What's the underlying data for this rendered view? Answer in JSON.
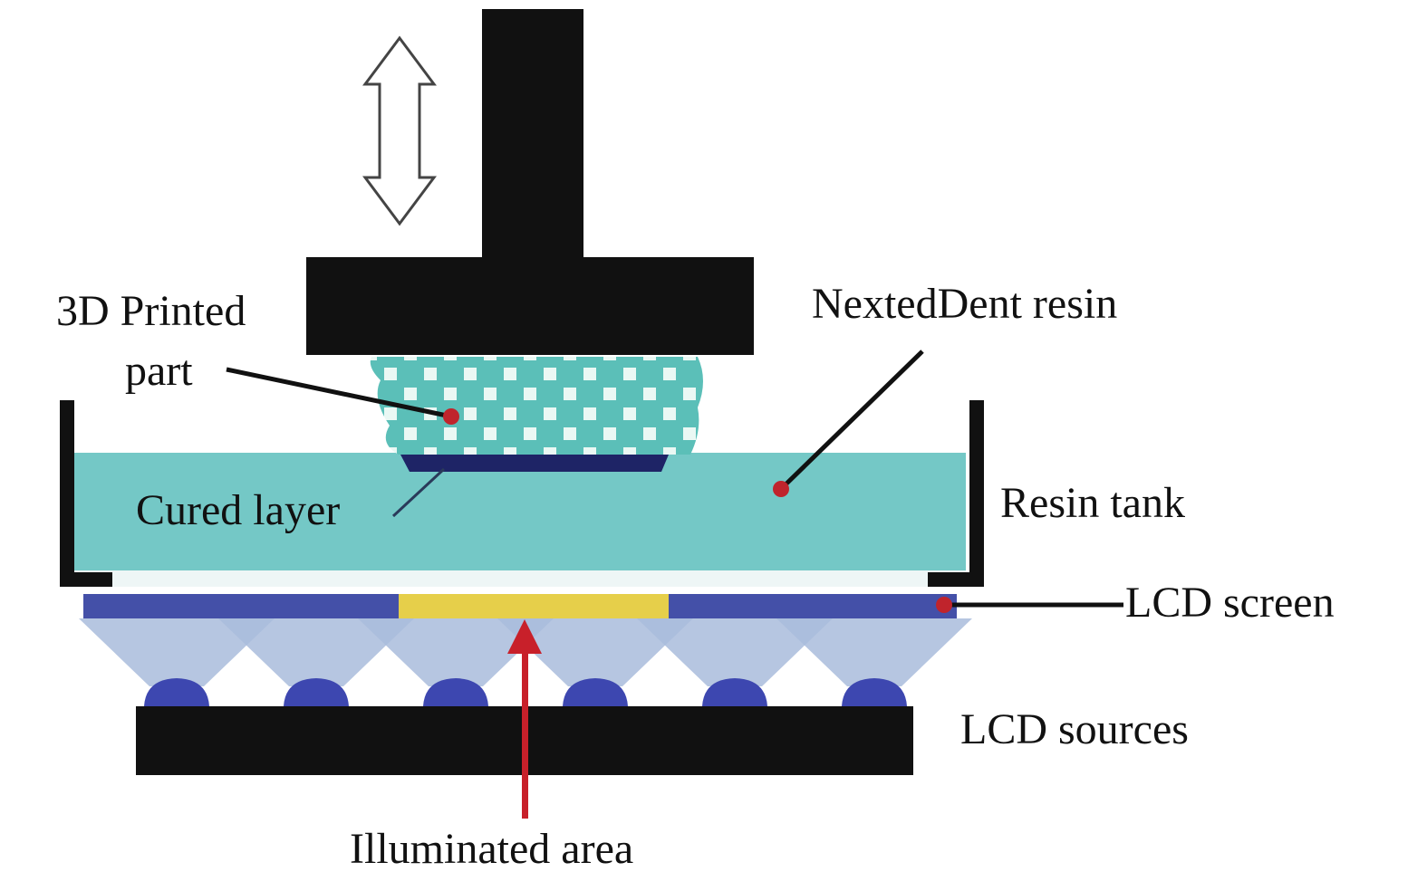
{
  "title": "LCD-based resin 3D printing (MSLA) schematic",
  "labels": {
    "printed_part_line1": "3D Printed",
    "printed_part_line2": "part",
    "resin": "NextedDent resin",
    "cured_layer": "Cured layer",
    "resin_tank": "Resin tank",
    "lcd_screen": "LCD screen",
    "lcd_sources": "LCD sources",
    "illuminated_area": "Illuminated area"
  },
  "components": [
    {
      "id": "build-platform",
      "name": "Build platform",
      "color": "#111111"
    },
    {
      "id": "motion-arrow",
      "name": "Vertical motion (up/down)",
      "color": "#ffffff"
    },
    {
      "id": "printed-part",
      "name": "3D printed part",
      "color": "#5bbfb8"
    },
    {
      "id": "cured-layer",
      "name": "Cured layer",
      "color": "#1e2466"
    },
    {
      "id": "resin",
      "name": "Resin",
      "color": "#74c8c6"
    },
    {
      "id": "resin-tank",
      "name": "Resin tank walls",
      "color": "#111111"
    },
    {
      "id": "lcd-screen",
      "name": "LCD screen",
      "color": "#4450a8"
    },
    {
      "id": "illuminated-area",
      "name": "Illuminated area",
      "color": "#e6cf4a"
    },
    {
      "id": "light-cones",
      "name": "Light cones",
      "color": "#a9bcdc"
    },
    {
      "id": "light-sources",
      "name": "LCD sources (6 lenses)",
      "color": "#3d47b0"
    },
    {
      "id": "source-base",
      "name": "Source base",
      "color": "#111111"
    }
  ],
  "colors": {
    "pointer_dot": "#c0242c",
    "illum_arrow": "#c8202a",
    "leader": "#111111"
  },
  "source_count": 6
}
